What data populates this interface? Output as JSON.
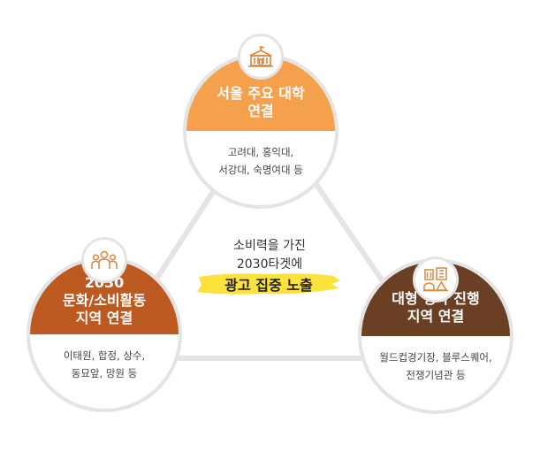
{
  "colors": {
    "top": "#f5a04c",
    "left": "#bd5a22",
    "right": "#6b3f24",
    "ring": "#e4e4e4",
    "highlight": "#fde13c",
    "icon": "#d9883a"
  },
  "top_node": {
    "title_line1": "서울 주요 대학",
    "title_line2": "연결",
    "detail_line1": "고려대, 홍익대,",
    "detail_line2": "서강대, 숙명여대 등",
    "icon": "university-building-icon"
  },
  "left_node": {
    "title_line1": "2030",
    "title_line2": "문화/소비활동",
    "title_line3": "지역 연결",
    "detail_line1": "이태원, 합정, 상수,",
    "detail_line2": "동묘앞, 망원 등",
    "icon": "people-group-icon"
  },
  "right_node": {
    "title_line1": "대형 행사 진행",
    "title_line2": "지역 연결",
    "detail_line1": "월드컵경기장, 블루스퀘어,",
    "detail_line2": "전쟁기념관 등",
    "icon": "venue-buildings-icon"
  },
  "center": {
    "line1": "소비력을 가진",
    "line2": "2030타겟에",
    "highlight": "광고 집중 노출"
  }
}
